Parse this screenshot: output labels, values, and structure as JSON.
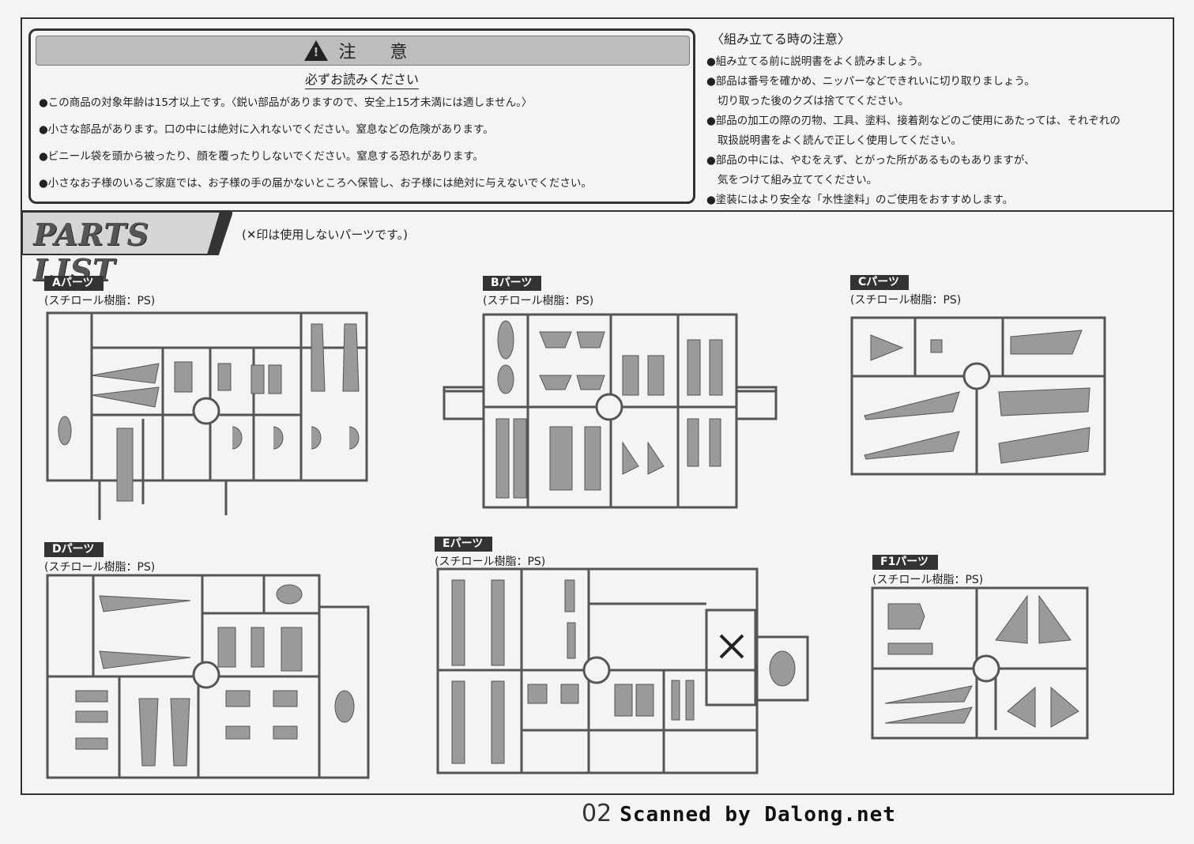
{
  "caution": {
    "title": "注 意",
    "subtitle": "必ずお読みください",
    "items": [
      "●この商品の対象年齢は15才以上です。〈鋭い部品がありますので、安全上15才未満には適しません。〉",
      "●小さな部品があります。口の中には絶対に入れないでください。窒息などの危険があります。",
      "●ビニール袋を頭から被ったり、顔を覆ったりしないでください。窒息する恐れがあります。",
      "●小さなお子様のいるご家庭では、お子様の手の届かないところへ保管し、お子様には絶対に与えないでください。"
    ]
  },
  "assembly_notes": {
    "title": "〈組み立てる時の注意〉",
    "lines": [
      "●組み立てる前に説明書をよく読みましょう。",
      "●部品は番号を確かめ、ニッパーなどできれいに切り取りましょう。",
      "切り取った後のクズは捨ててください。",
      "●部品の加工の際の刃物、工具、塗料、接着剤などのご使用にあたっては、それぞれの",
      "取扱説明書をよく読んで正しく使用してください。",
      "●部品の中には、やむをえず、とがった所があるものもありますが、",
      "気をつけて組み立ててください。",
      "●塗装にはより安全な「水性塗料」のご使用をおすすめします。"
    ]
  },
  "parts_list": {
    "title": "PARTS LIST",
    "note": "(✕印は使用しないパーツです。)",
    "sprues": [
      {
        "id": "A",
        "label": "Aパーツ",
        "material": "(スチロール樹脂：PS)"
      },
      {
        "id": "B",
        "label": "Bパーツ",
        "material": "(スチロール樹脂：PS)"
      },
      {
        "id": "C",
        "label": "Cパーツ",
        "material": "(スチロール樹脂：PS)"
      },
      {
        "id": "D",
        "label": "Dパーツ",
        "material": "(スチロール樹脂：PS)"
      },
      {
        "id": "E",
        "label": "Eパーツ",
        "material": "(スチロール樹脂：PS)"
      },
      {
        "id": "F1",
        "label": "F1パーツ",
        "material": "(スチロール樹脂：PS)"
      }
    ]
  },
  "footer": {
    "page": "02",
    "scanned": "Scanned by Dalong.net"
  },
  "colors": {
    "sprue_fill": "#9a9a9a",
    "sprue_stroke": "#555555",
    "tag_bg": "#333333"
  }
}
